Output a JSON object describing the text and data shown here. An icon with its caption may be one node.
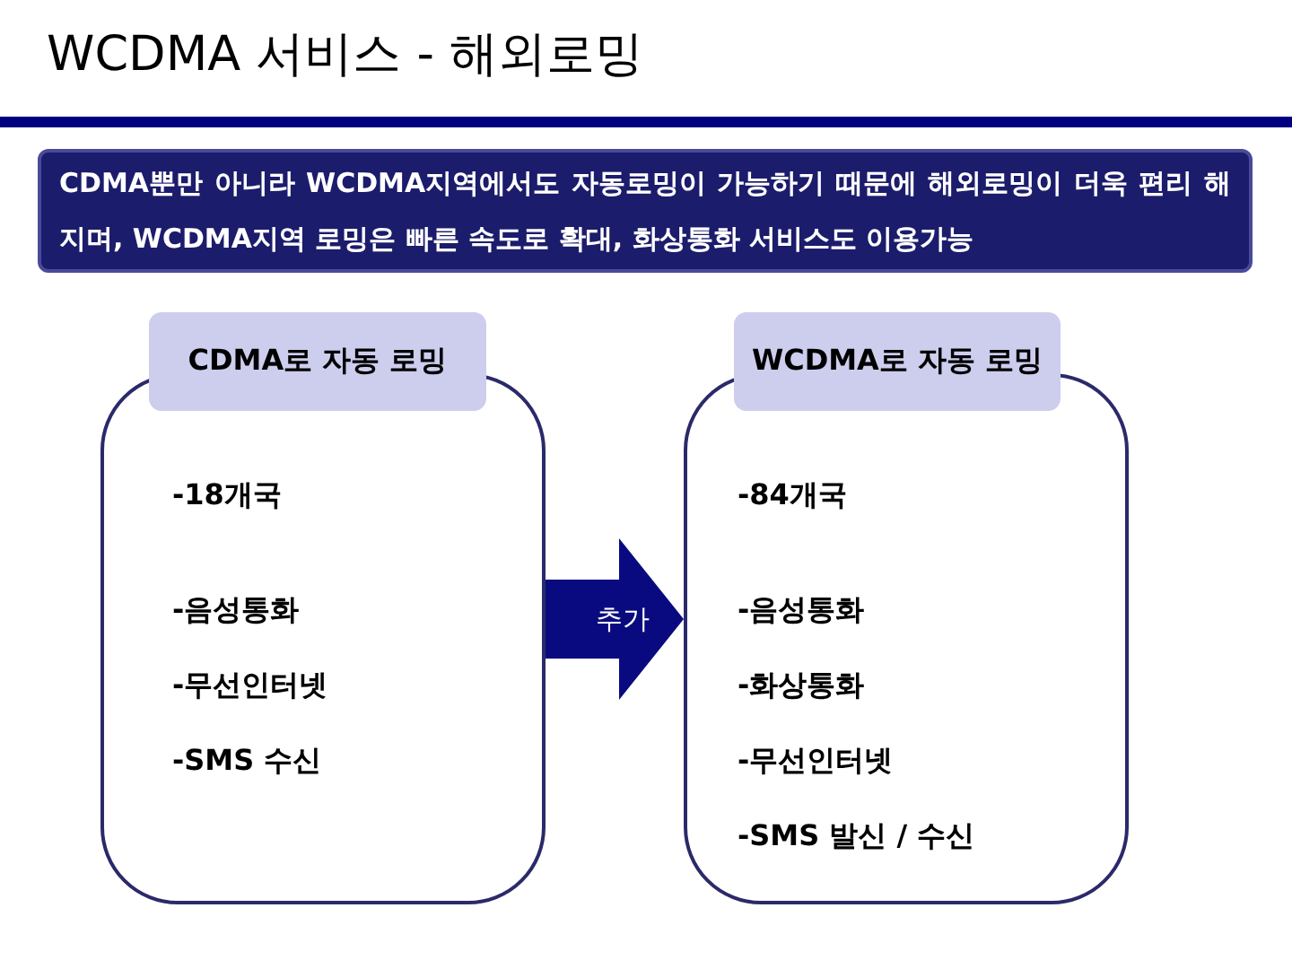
{
  "diagram": {
    "title": "WCDMA 서비스 - 해외로밍",
    "nodes": [
      {
        "text": [
          "CDMA뿐만 아니라 WCDMA지역에서도 자동로밍이 가능하기 때문에 해외로밍이 더욱 편리 해지며, WCDMA지역 로밍은 빠른 속도로 확대, 화상통화 서비스도 이용가능"
        ]
      },
      {
        "text": [
          "CDMA로 자동 로밍",
          "-18개국",
          "-음성통화",
          "-무선인터넷",
          "-SMS 수신"
        ]
      },
      {
        "text": [
          "WCDMA로 자동 로밍",
          "-84개국",
          "-음성통화",
          "-화상통화",
          "-무선인터넷",
          "-SMS 발신 / 수신"
        ]
      }
    ],
    "edges": [
      {
        "from": 1,
        "to": 2,
        "arrow": "to",
        "label": "추가"
      }
    ]
  }
}
